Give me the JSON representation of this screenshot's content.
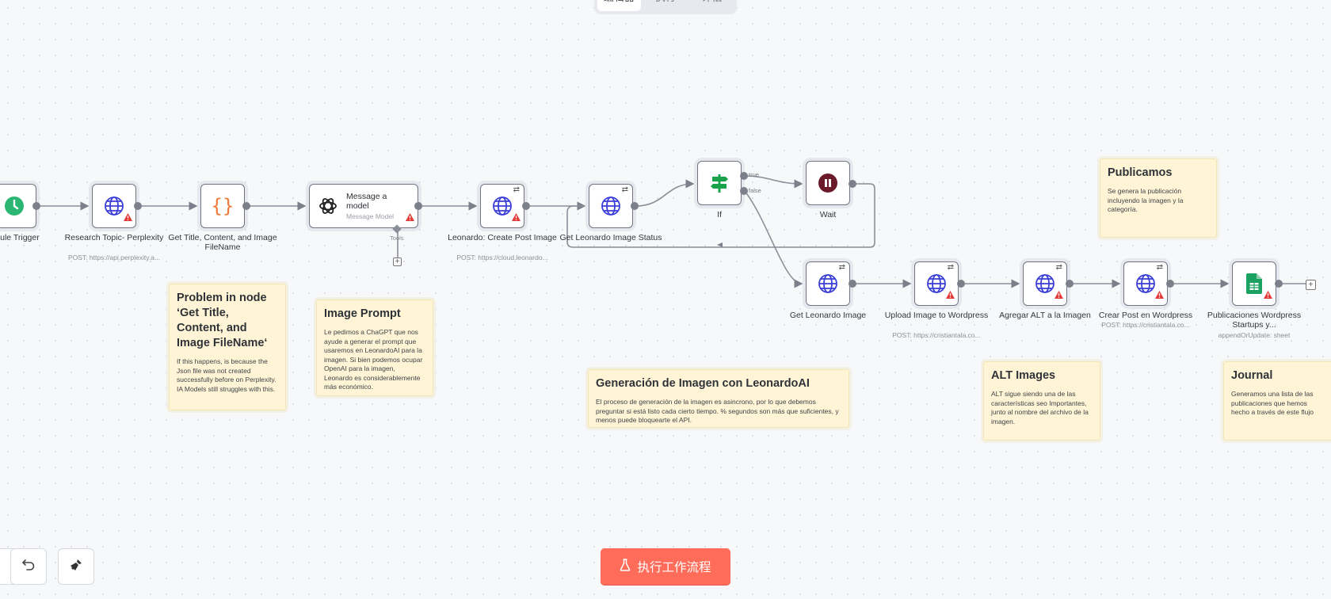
{
  "tabs": [
    "编辑器",
    "执行",
    "评估"
  ],
  "nodes": {
    "schedule": {
      "label": "dule Trigger"
    },
    "research": {
      "label": "Research Topic- Perplexity",
      "sub": "POST: https://api.perplexity.a..."
    },
    "get_title": {
      "label": "Get Title, Content, and Image FileName"
    },
    "message_model": {
      "title": "Message a model",
      "sub": "Message Model",
      "tools_label": "Tools"
    },
    "leonardo_create": {
      "label": "Leonardo: Create Post Image",
      "sub": "POST: https://cloud.leonardo..."
    },
    "get_status": {
      "label": "Get Leonardo Image Status"
    },
    "if_node": {
      "label": "If",
      "true_label": "true",
      "false_label": "false"
    },
    "wait": {
      "label": "Wait"
    },
    "get_image": {
      "label": "Get Leonardo Image"
    },
    "upload": {
      "label": "Upload Image to Wordpress",
      "sub": "POST: https://cristiantala.co..."
    },
    "alt": {
      "label": "Agregar ALT a la Imagen"
    },
    "crear_post": {
      "label": "Crear Post en Wordpress",
      "sub": "POST: https://cristiantala.co..."
    },
    "sheets": {
      "label": "Publicaciones Wordpress Startups y...",
      "sub": "appendOrUpdate: sheet"
    }
  },
  "notes": {
    "problem": {
      "title": "Problem in node ‘Get Title, Content, and Image FileName‘",
      "body": "If this happens, is because the Json file was not created successfully before on Perplexity. IA Models still struggles with this."
    },
    "image_prompt": {
      "title": "Image Prompt",
      "body": "Le pedimos a ChaGPT que nos ayude a generar el prompt que usaremos en LeonardoAI para la imagen. Si bien podemos ocupar OpenAI para la imagen, Leonardo es considerablemente más económico."
    },
    "generacion": {
      "title": "Generación de Imagen con LeonardoAI",
      "body": "El proceso de generación de la imagen es asincrono, por lo que debemos preguntar si está listo cada cierto tiempo. % segundos son más que suficientes, y menos puede bloquearte el API."
    },
    "publicamos": {
      "title": "Publicamos",
      "body": "Se genera la publicación incluyendo la imagen y la categoría."
    },
    "alt_images": {
      "title": "ALT Images",
      "body": "ALT sigue siendo una de las características seo Importantes, junto al nombre del archivo de la imagen."
    },
    "journal": {
      "title": "Journal",
      "body": "Generamos una lista de las publicaciones que hemos hecho a través de este flujo"
    }
  },
  "run_button": {
    "label": "执行工作流程",
    "icon": "flask-icon"
  },
  "colors": {
    "accent": "#ff6d5a",
    "node_border": "#6f7480",
    "note_bg": "#fff5d6",
    "globe": "#3b3fd6",
    "warn": "#e53935",
    "code": "#f07a3a",
    "if_green": "#18a34a",
    "wait_maroon": "#6b1a2a",
    "sheets_green": "#1aa260"
  }
}
